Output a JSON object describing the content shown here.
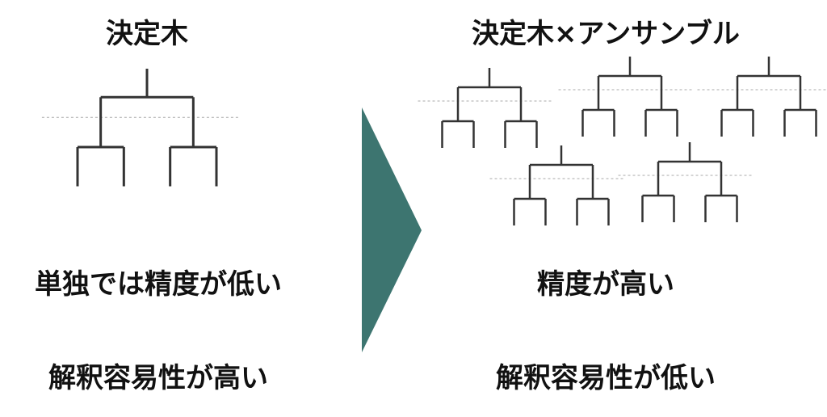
{
  "left": {
    "title": "決定木",
    "accuracy": "単独では精度が低い",
    "interpretability": "解釈容易性が高い"
  },
  "right": {
    "title": "決定木×アンサンブル",
    "accuracy": "精度が高い",
    "interpretability": "解釈容易性が低い"
  },
  "colors": {
    "arrow": "#3d7570",
    "tree": "#333333",
    "dashed": "#aaaaaa"
  }
}
